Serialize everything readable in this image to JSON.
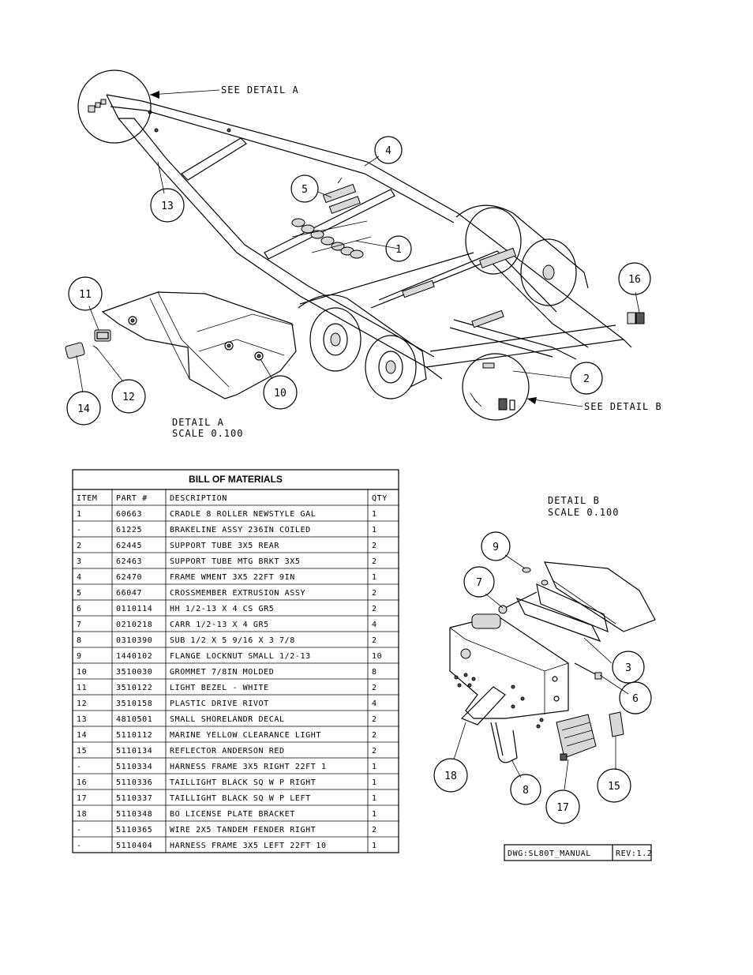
{
  "detail_a_ref": "SEE DETAIL  A",
  "detail_b_ref": "SEE DETAIL  B",
  "detail_a_title": "DETAIL  A",
  "detail_a_scale": "SCALE  0.100",
  "detail_b_title": "DETAIL  B",
  "detail_b_scale": "SCALE  0.100",
  "callouts": [
    "1",
    "2",
    "3",
    "4",
    "5",
    "6",
    "7",
    "8",
    "9",
    "10",
    "11",
    "12",
    "13",
    "14",
    "15",
    "16",
    "17",
    "18"
  ],
  "bom": {
    "title": "BILL OF MATERIALS",
    "headers": [
      "ITEM",
      "PART #",
      "DESCRIPTION",
      "QTY"
    ],
    "rows": [
      [
        "1",
        "60663",
        "CRADLE   8 ROLLER  NEWSTYLE  GAL",
        "1"
      ],
      [
        "-",
        "61225",
        "BRAKELINE ASSY  236IN COILED",
        "1"
      ],
      [
        "2",
        "62445",
        "SUPPORT TUBE   3X5 REAR",
        "2"
      ],
      [
        "3",
        "62463",
        "SUPPORT TUBE MTG BRKT 3X5",
        "2"
      ],
      [
        "4",
        "62470",
        "FRAME WMENT 3X5 22FT 9IN",
        "1"
      ],
      [
        "5",
        "66047",
        "CROSSMEMBER EXTRUSION ASSY",
        "2"
      ],
      [
        "6",
        "0110114",
        "HH 1/2-13 X 4 CS GR5",
        "2"
      ],
      [
        "7",
        "0210218",
        "CARR 1/2-13 X 4 GR5",
        "4"
      ],
      [
        "8",
        "0310390",
        "SUB 1/2 X 5 9/16 X 3 7/8",
        "2"
      ],
      [
        "9",
        "1440102",
        "FLANGE LOCKNUT SMALL 1/2-13",
        "10"
      ],
      [
        "10",
        "3510030",
        "GROMMET  7/8IN MOLDED",
        "8"
      ],
      [
        "11",
        "3510122",
        "LIGHT BEZEL - WHITE",
        "2"
      ],
      [
        "12",
        "3510158",
        "PLASTIC DRIVE RIVOT",
        "4"
      ],
      [
        "13",
        "4810501",
        "SMALL SHORELANDR DECAL",
        "2"
      ],
      [
        "14",
        "5110112",
        "MARINE YELLOW CLEARANCE LIGHT",
        "2"
      ],
      [
        "15",
        "5110134",
        "REFLECTOR ANDERSON RED",
        "2"
      ],
      [
        "-",
        "5110334",
        "HARNESS   FRAME 3X5 RIGHT 22FT 1",
        "1"
      ],
      [
        "16",
        "5110336",
        "TAILLIGHT   BLACK SQ  W P  RIGHT",
        "1"
      ],
      [
        "17",
        "5110337",
        "TAILLIGHT   BLACK SQ  W P  LEFT",
        "1"
      ],
      [
        "18",
        "5110348",
        "BO LICENSE PLATE BRACKET",
        "1"
      ],
      [
        "-",
        "5110365",
        "WIRE   2X5 TANDEM FENDER   RIGHT",
        "2"
      ],
      [
        "-",
        "5110404",
        "HARNESS   FRAME 3X5 LEFT 22FT 10",
        "1"
      ]
    ]
  },
  "title_block": {
    "dwg": "DWG:SL80T_MANUAL",
    "rev": "REV:1.2"
  }
}
